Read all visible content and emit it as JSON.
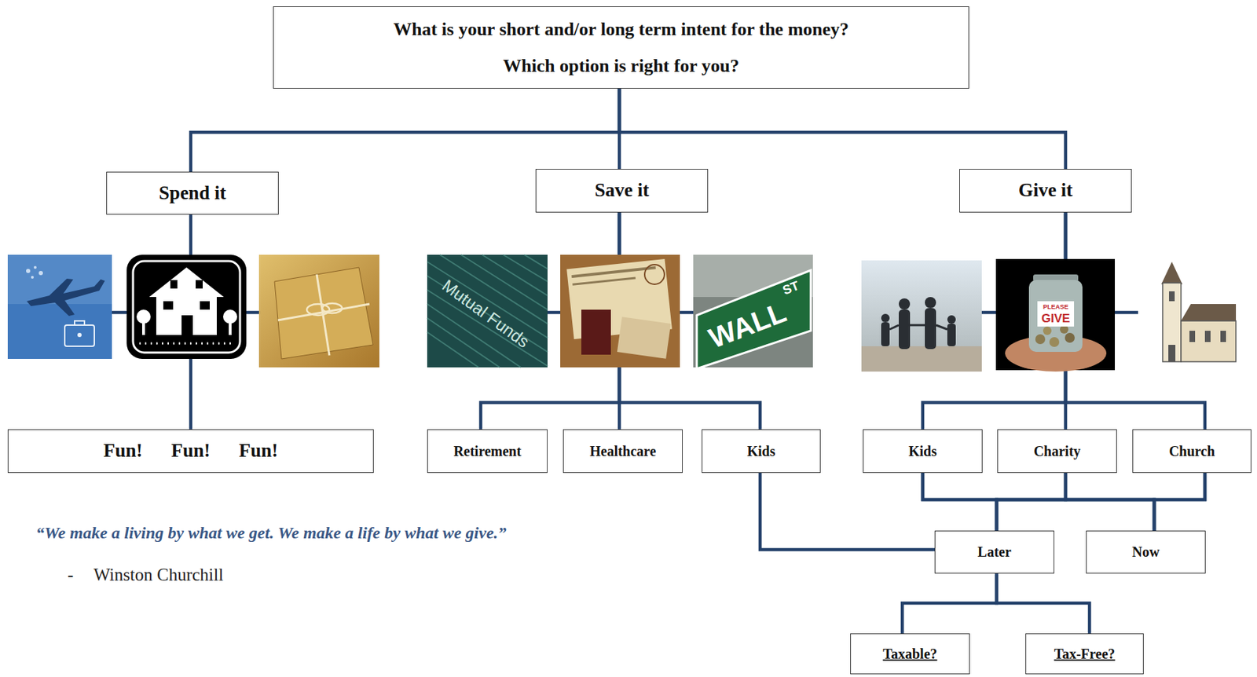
{
  "diagram": {
    "nodes": [
      {
        "text": [
          "What is your short and/or long term intent for the money?",
          "Which option is right for you?"
        ]
      },
      {
        "text": [
          "Spend it"
        ]
      },
      {
        "text": [
          "Save it"
        ]
      },
      {
        "text": [
          "Give it"
        ]
      },
      {
        "text": [
          "Fun! Fun! Fun!"
        ]
      },
      {
        "text": [
          "Retirement"
        ]
      },
      {
        "text": [
          "Healthcare"
        ]
      },
      {
        "text": [
          "Kids"
        ]
      },
      {
        "text": [
          "Kids"
        ]
      },
      {
        "text": [
          "Charity"
        ]
      },
      {
        "text": [
          "Church"
        ]
      },
      {
        "text": [
          "Later"
        ]
      },
      {
        "text": [
          "Now"
        ]
      },
      {
        "text": [
          "Taxable?"
        ]
      },
      {
        "text": [
          "Tax-Free?"
        ]
      }
    ],
    "edges": [
      {
        "from": 0,
        "to": 1,
        "arrow": "none"
      },
      {
        "from": 0,
        "to": 2,
        "arrow": "none"
      },
      {
        "from": 0,
        "to": 3,
        "arrow": "none"
      },
      {
        "from": 1,
        "to": 4,
        "arrow": "none"
      },
      {
        "from": 2,
        "to": 5,
        "arrow": "none"
      },
      {
        "from": 2,
        "to": 6,
        "arrow": "none"
      },
      {
        "from": 2,
        "to": 7,
        "arrow": "none"
      },
      {
        "from": 3,
        "to": 8,
        "arrow": "none"
      },
      {
        "from": 3,
        "to": 9,
        "arrow": "none"
      },
      {
        "from": 3,
        "to": 10,
        "arrow": "none"
      },
      {
        "from": 8,
        "to": 11,
        "arrow": "none"
      },
      {
        "from": 8,
        "to": 12,
        "arrow": "none"
      },
      {
        "from": 9,
        "to": 11,
        "arrow": "none"
      },
      {
        "from": 9,
        "to": 12,
        "arrow": "none"
      },
      {
        "from": 10,
        "to": 11,
        "arrow": "none"
      },
      {
        "from": 10,
        "to": 12,
        "arrow": "none"
      },
      {
        "from": 7,
        "to": 11,
        "arrow": "none"
      },
      {
        "from": 11,
        "to": 13,
        "arrow": "none"
      },
      {
        "from": 11,
        "to": 14,
        "arrow": "none"
      }
    ],
    "labels": [
      "Mutual Funds",
      "WALL",
      "ST",
      "PLEASE",
      "GIVE",
      "“We make a living by what we get. We make a life by what we give.”",
      "-",
      "Winston Churchill"
    ]
  }
}
